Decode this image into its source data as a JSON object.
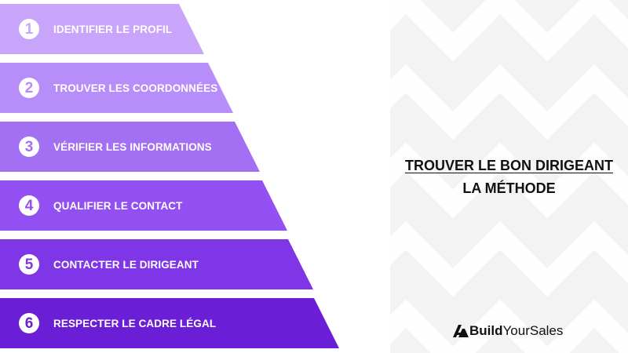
{
  "steps": [
    {
      "number": "1",
      "label": "IDENTIFIER LE PROFIL",
      "color": "#c9a4fb"
    },
    {
      "number": "2",
      "label": "TROUVER LES COORDONNÉES",
      "color": "#b78ef9"
    },
    {
      "number": "3",
      "label": "VÉRIFIER LES INFORMATIONS",
      "color": "#a370f4"
    },
    {
      "number": "4",
      "label": "QUALIFIER LE CONTACT",
      "color": "#924ff1"
    },
    {
      "number": "5",
      "label": "CONTACTER LE DIRIGEANT",
      "color": "#7e36e6"
    },
    {
      "number": "6",
      "label": "RESPECTER LE CADRE LÉGAL",
      "color": "#6a1fd6"
    }
  ],
  "title": {
    "line1": "TROUVER LE BON DIRIGEANT",
    "line2": "LA MÉTHODE"
  },
  "logo": {
    "bold_part": "Build",
    "regular_part": "YourSales",
    "icon": "buildyoursales-mark-icon"
  },
  "colors": {
    "panel_background": "#f3f3f4",
    "pattern": "#ffffff",
    "text_dark": "#111111"
  }
}
